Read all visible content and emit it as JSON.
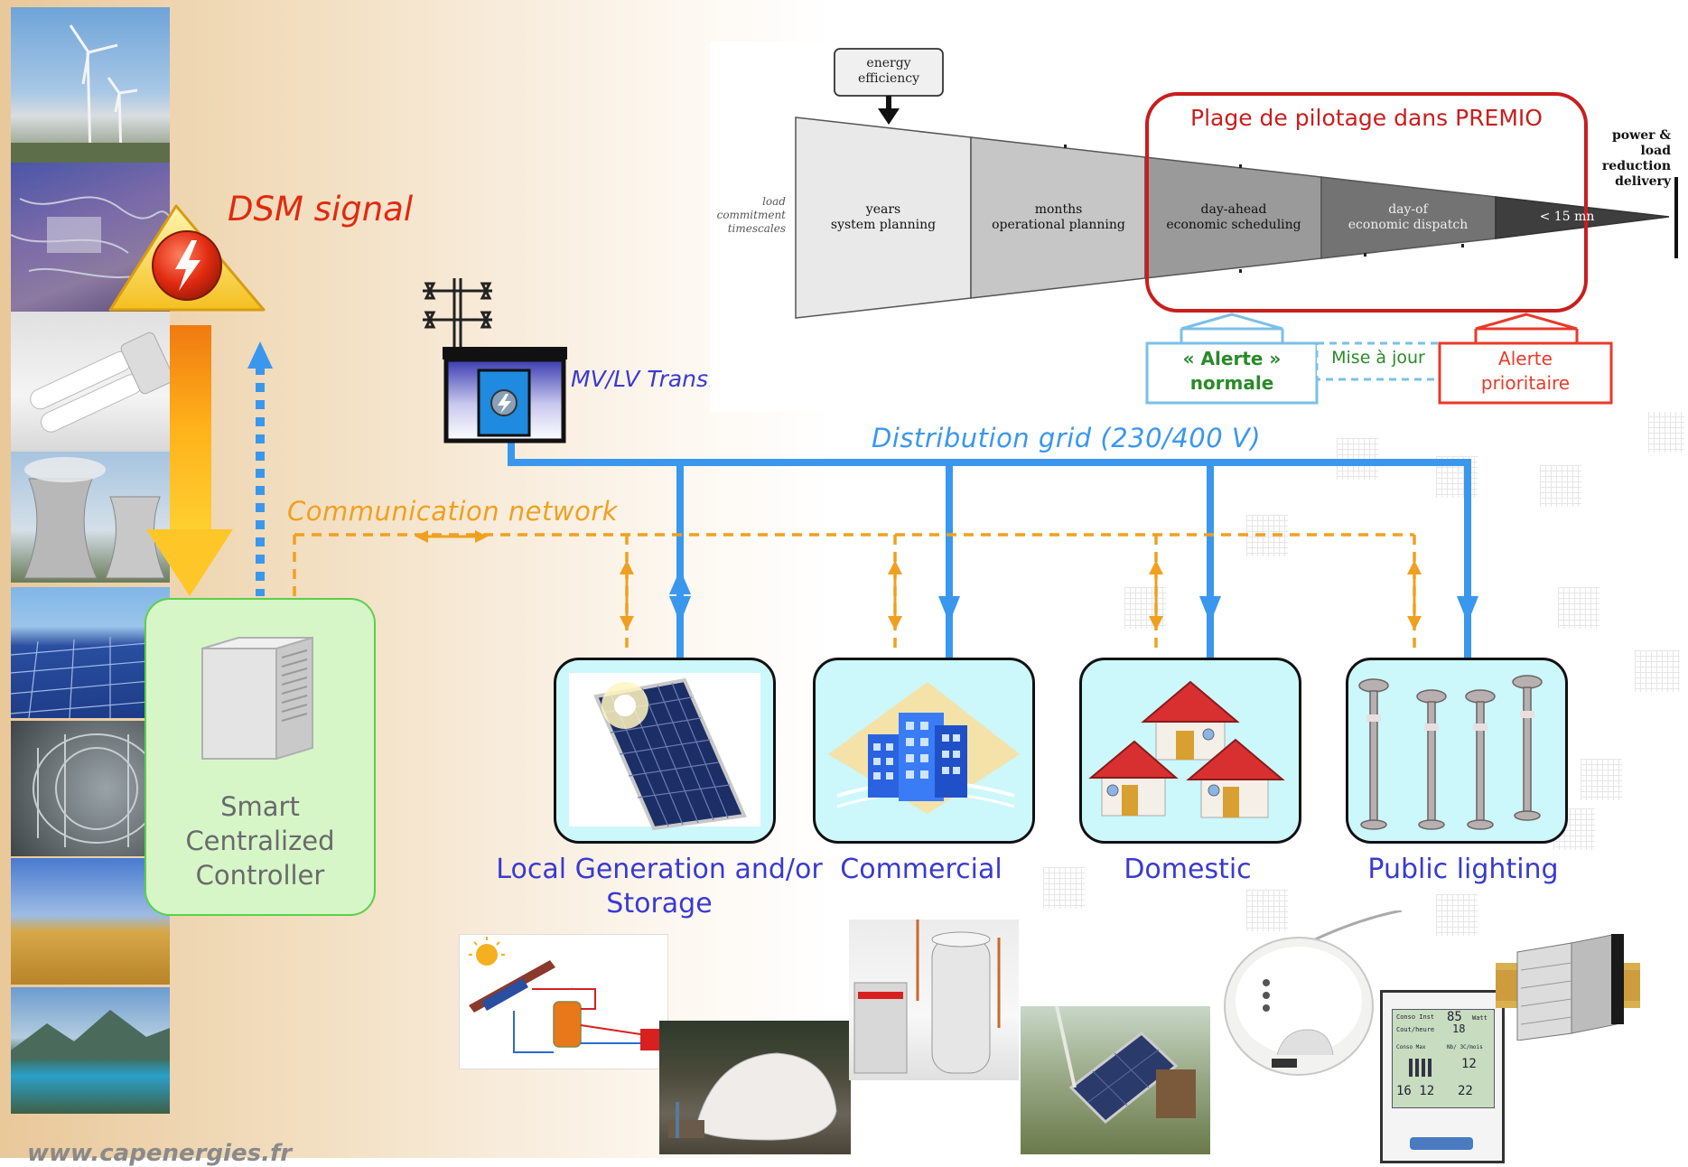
{
  "dsm_signal": "DSM signal",
  "controller": {
    "line1": "Smart",
    "line2": "Centralized",
    "line3": "Controller"
  },
  "communication_network": "Communication network",
  "transformer_label": "MV/LV Transformer",
  "distribution_grid": "Distribution grid (230/400 V)",
  "website": "www.capenergies.fr",
  "categories": [
    {
      "line1": "Local Generation and/or",
      "line2": "Storage"
    },
    {
      "line1": "Commercial"
    },
    {
      "line1": "Domestic"
    },
    {
      "line1": "Public lighting"
    }
  ],
  "timeline": {
    "energy_efficiency": {
      "line1": "energy",
      "line2": "efficiency"
    },
    "left_label": {
      "line1": "load",
      "line2": "commitment",
      "line3": "timescales"
    },
    "segments": [
      {
        "line1": "years",
        "line2": "system planning"
      },
      {
        "line1": "months",
        "line2": "operational planning"
      },
      {
        "line1": "day-ahead",
        "line2": "economic scheduling"
      },
      {
        "line1": "day-of",
        "line2": "economic dispatch"
      },
      {
        "line1": "< 15 mn"
      }
    ],
    "right_label": {
      "line1": "power &",
      "line2": "load",
      "line3": "reduction",
      "line4": "delivery"
    },
    "premio_title": "Plage de pilotage dans PREMIO",
    "alerte_normale": {
      "line1": "« Alerte »",
      "line2": "normale"
    },
    "mise_a_jour": "Mise à jour",
    "alerte_prioritaire": {
      "line1": "Alerte",
      "line2": "prioritaire"
    }
  },
  "thermostat": {
    "row1_label": "Conso Inst",
    "row1_value": "85",
    "row1_unit": "Watt",
    "row2_label": "Cout/heure",
    "row2_value": "18",
    "col1": "Conso Max",
    "col2": "Nb/ 3C/mois",
    "v1": "12",
    "v2": "16 12",
    "v3": "22"
  },
  "colors": {
    "grid_blue": "#3a97ee",
    "comm_orange": "#f0a020",
    "label_blue": "#3a3ad0",
    "dsm_red": "#e02a10",
    "premio_red": "#c81e1e"
  }
}
